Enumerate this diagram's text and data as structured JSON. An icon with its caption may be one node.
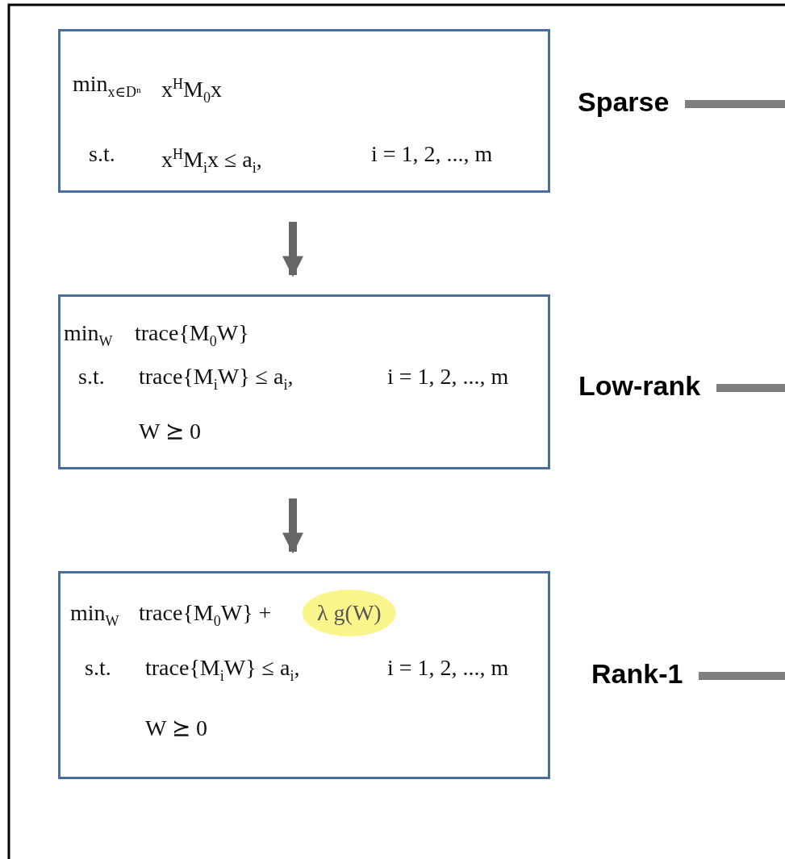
{
  "diagram": {
    "nodes": [
      {
        "text": [
          "min$_{x∈Dⁿ}$",
          "x$^{H}$M$_{0}$x",
          "s.t.",
          "x$^{H}$M$_{i}$x ≤ a$_{i}$,",
          "i = 1, 2, ..., m"
        ]
      },
      {
        "text": [
          "min$_{W}$",
          "trace{M$_{0}$W}",
          "s.t.",
          "trace{M$_{i}$W} ≤ a$_{i}$,",
          "i = 1, 2, ..., m",
          "W ⪰ 0"
        ]
      },
      {
        "text": [
          "min$_{W}$",
          "trace{M$_{0}$W} +",
          "λ g(W)",
          "s.t.",
          "trace{M$_{i}$W} ≤ a$_{i}$,",
          "i = 1, 2, ..., m",
          "W ⪰ 0"
        ]
      },
      {
        "text": [
          "Sparse"
        ]
      },
      {
        "text": [
          "Low-rank"
        ]
      },
      {
        "text": [
          "Rank-1"
        ]
      }
    ],
    "edges": [
      {
        "from": 0,
        "to": 1,
        "arrow": "to"
      },
      {
        "from": 1,
        "to": 2,
        "arrow": "to"
      },
      {
        "from": 3,
        "to": null,
        "arrow": "none"
      },
      {
        "from": 4,
        "to": null,
        "arrow": "none"
      },
      {
        "from": 5,
        "to": null,
        "arrow": "none"
      }
    ]
  }
}
